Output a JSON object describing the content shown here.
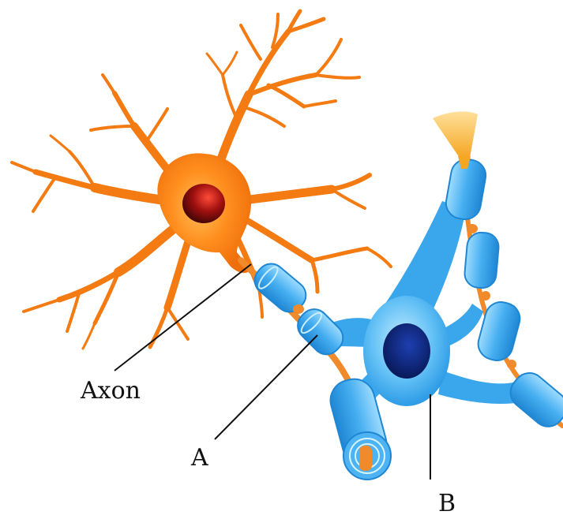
{
  "labels": {
    "axon": "Axon",
    "a": "A",
    "b": "B"
  },
  "colors": {
    "neuron_body": "#f47a12",
    "neuron_light": "#ffa23a",
    "nucleus": "#7a0c0c",
    "myelin": "#2f9ee8",
    "myelin_light": "#8fd4fb",
    "glia_body": "#39a8ee",
    "glia_nucleus": "#0c2a7a",
    "axon_core": "#f08a2a",
    "terminal": "#f5a623",
    "leader_line": "#111111",
    "background": "#ffffff"
  }
}
